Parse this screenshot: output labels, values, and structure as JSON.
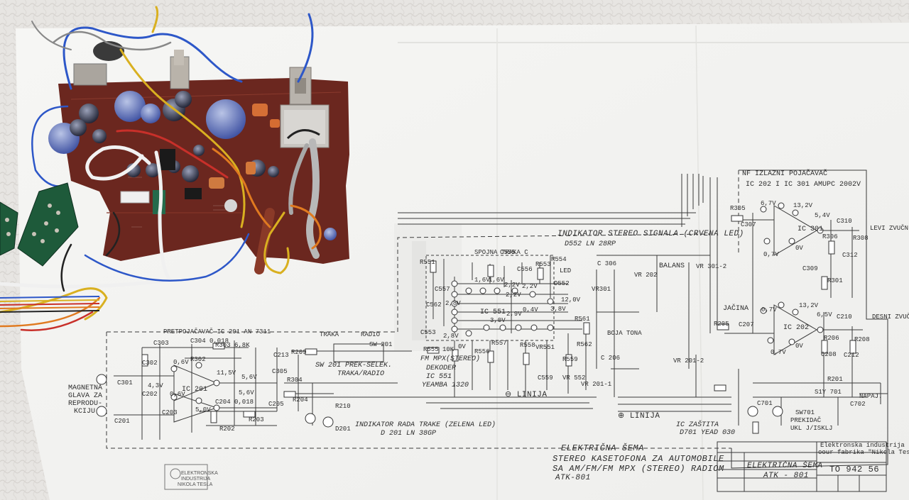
{
  "colors": {
    "paper": "#f4f4f2",
    "cloth": "#e6e4e1",
    "ink": "#2d2d2d",
    "board": "#6e2a22",
    "wire_blue": "#2d57c8",
    "wire_yellow": "#d9b020",
    "wire_orange": "#e07a20",
    "wire_red": "#c8302a",
    "wire_white": "#f2f2f2",
    "pcb_green": "#1e5a3a"
  },
  "labels": {
    "nf_heading": "NF IZLAZNI POJAČAVAČ",
    "nf_sub": "IC 202 I IC 301 AMUPC 2002V",
    "stereo_indicator": "INDIKATOR STEREO SIGNALA (CRVENA LED)",
    "stereo_led": "D552  LN 28RP",
    "spojna_traka": "SPOJNA TRAKA C",
    "balans": "BALANS",
    "led": "LED",
    "d552": "D552",
    "ic551": "IC 551",
    "ic301": "IC 301",
    "ic202": "IC 202",
    "ic201": "IC 201",
    "jacina": "JAČINA",
    "boja_tona": "BOJA TONA",
    "desni_zvucnik": "DESNI ZVUČN",
    "levi_zvucnik": "LEVI ZVUČN",
    "pretpojacavac": "PRETPOJAČAVAČ IC 201 AN 7311",
    "traka": "TRAKA",
    "radio": "RADIO",
    "sw201": "SW 201",
    "sw201_desc1": "SW 201 PREK-SELEK.",
    "sw201_desc2": "TRAKA/RADIO",
    "fm_mpx": "FM MPX(STEREO)",
    "dekoder": "DEKODER",
    "ic551_name": "IC 551",
    "yeamba": "YEAMBA 1320",
    "linija_minus": "⊖ LINIJA",
    "linija_plus": "⊕ LINIJA",
    "magnetna1": "MAGNETNA",
    "magnetna2": "GLAVA ZA",
    "magnetna3": "REPRODU-",
    "magnetna4": "KCIJU",
    "indikator_trake": "INDIKATOR RADA TRAKE (ZELENA LED)",
    "d201": "D 201  LN 38GP",
    "ic_zastita": "IC ZAŠTITA",
    "d701": "D701 YEAD 030",
    "sw701": "SW701",
    "prekidac": "PREKIDAČ",
    "ukl_iskl": "UKL J/ISKLJ",
    "el_sema": "ELEKTRIČNA  ŠEMA",
    "stereo_kaseto": "STEREO KASETOFONA ZA AUTOMOBILE",
    "sa_am": "SA AM/FM/FM MPX (STEREO) RADIOM",
    "atk": "ATK-801",
    "tb_company1": "Elektronska industrija",
    "tb_company2": "oour fabrika \"Nikola Tesla\"",
    "tb_code": "TO 942 56",
    "tb_title": "ELEKTRIČNA ŠEMA",
    "tb_atk": "ATK - 801",
    "stamp1": "ELEKTRONSKA",
    "stamp2": "INDUSTRIJA",
    "stamp3": "NIKOLA TESLA",
    "r551": "R551",
    "c555": "C555",
    "r553": "R553",
    "r554": "R554",
    "c556": "C556",
    "c557": "C557",
    "c562": "C562",
    "c553": "C553",
    "r555": "R555 10K",
    "r556": "R556",
    "r557": "R557",
    "r558": "R558",
    "r559": "R559",
    "c559": "C559",
    "r561": "R561",
    "r562": "R562",
    "vr551": "VR551",
    "vr552": "VR 552",
    "vr301": "VR301",
    "vr202": "VR 202",
    "vr3012": "VR 301-2",
    "vr2012": "VR 201-2",
    "vr2011": "VR 201-1",
    "c306": "C 306",
    "c206": "C 206",
    "r305": "R305",
    "c307": "C307",
    "r205": "R205",
    "c207": "C207",
    "c310": "C310",
    "c210": "C210",
    "r306": "R306",
    "r206": "R206",
    "c309": "C309",
    "c208": "C208",
    "r301": "R301",
    "r201": "R201",
    "c312": "C312",
    "c212": "C212",
    "r308": "R308",
    "r208": "R208",
    "c301": "C301",
    "c201": "C201",
    "c302": "C302",
    "c202": "C202",
    "c303": "C303",
    "c203": "C203",
    "c304": "C304 0,018",
    "c204": "C204 0,018",
    "r302": "R302",
    "r202": "R202",
    "r303": "R303 6,8K",
    "r203": "R203",
    "c213": "C213",
    "c205": "C205",
    "c305": "C305",
    "r209": "R209",
    "r304": "R304",
    "r204": "R204",
    "r210": "R210",
    "d201s": "D201",
    "c701": "C701",
    "c702": "C702",
    "s1y701": "S1Y 701",
    "napajanje": "NAPAJ.",
    "v1": "1,6V",
    "v2": "1,6V",
    "v3": "2,2V",
    "v4": "2,2V",
    "v5": "2,2V",
    "v6": "12,0V",
    "v7": "2,8V",
    "v8": "3,8V",
    "v9": "2,9V",
    "v10": "0,4V",
    "v11": "3,0V",
    "v12": "2,8V",
    "v13": "0V",
    "v14": "0,6V",
    "v15": "11,5V",
    "v16": "5,6V",
    "v17": "4,3V",
    "v18": "0,6V",
    "v19": "5,6V",
    "v20": "5,0V",
    "v21": "6,7V",
    "v22": "13,2V",
    "v23": "5,4V",
    "v24": "0,7V",
    "v25": "0V",
    "v26": "0,7V",
    "v27": "13,2V",
    "v28": "6,5V",
    "v29": "0,7V",
    "v30": "0V"
  }
}
